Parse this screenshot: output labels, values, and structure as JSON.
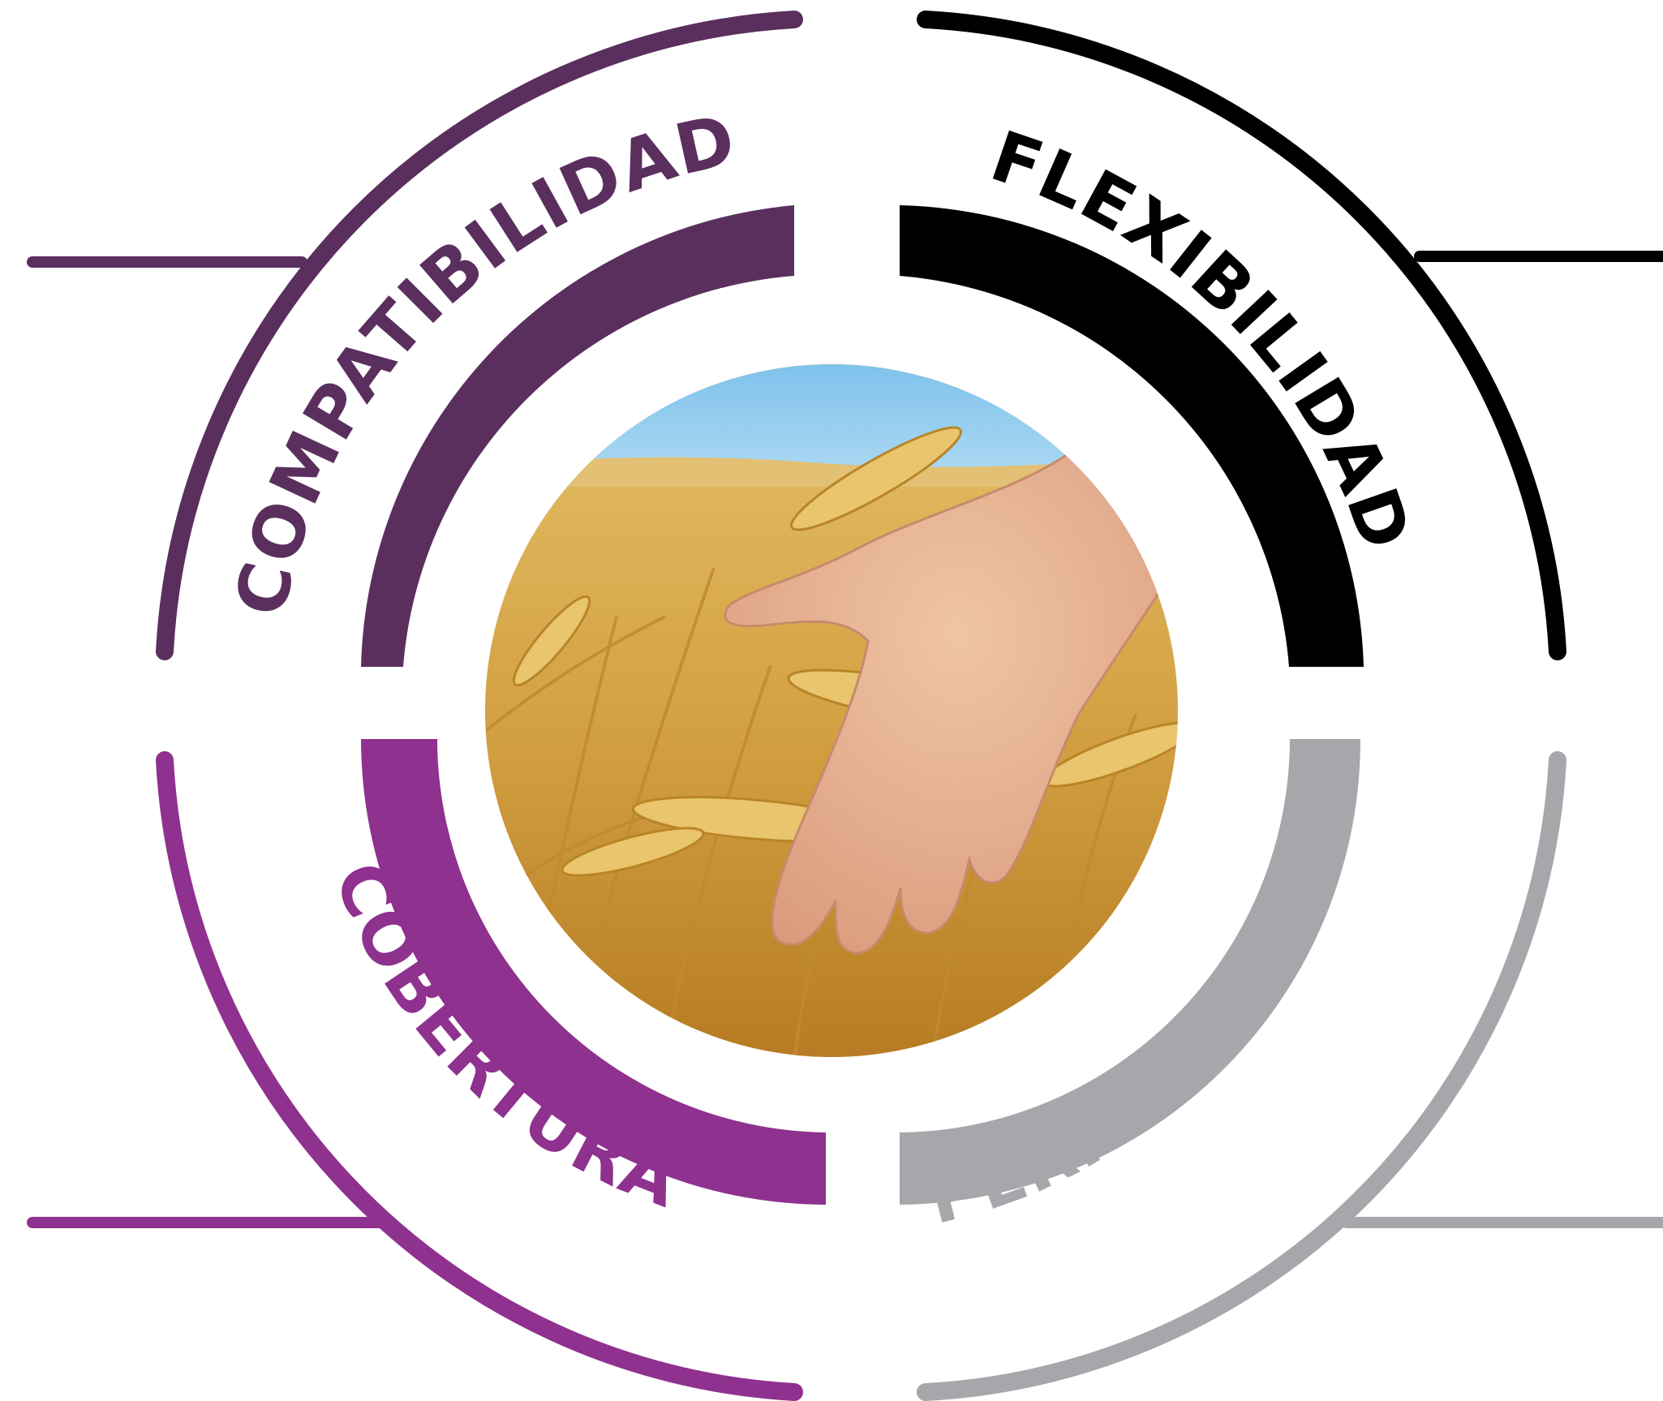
{
  "quadrants": [
    {
      "id": "top-left",
      "label": "COMPATIBILIDAD",
      "color": "#5a2f5e"
    },
    {
      "id": "top-right",
      "label": "FLEXIBILIDAD",
      "color": "#000000"
    },
    {
      "id": "bottom-left",
      "label": "COBERTURA",
      "color": "#8f318f"
    },
    {
      "id": "bottom-right",
      "label": "PERFORMANCE",
      "color": "#a6a7aa"
    }
  ],
  "center_image": {
    "subject": "hand-over-wheat-field-photo"
  }
}
